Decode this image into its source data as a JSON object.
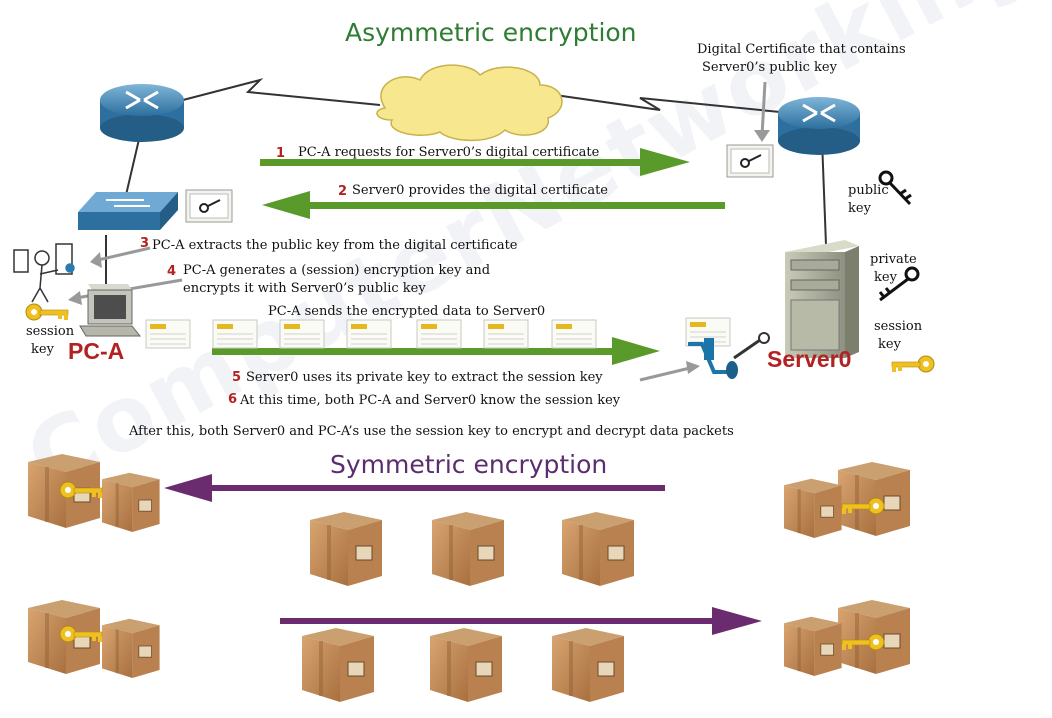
{
  "titles": {
    "asymmetric": "Asymmetric encryption",
    "symmetric": "Symmetric encryption"
  },
  "certificate_note": {
    "line1": "Digital Certificate that contains",
    "line2": "Server0’s public key"
  },
  "steps": {
    "s1": {
      "num": "1",
      "text": "PC-A requests for Server0’s digital certificate"
    },
    "s2": {
      "num": "2",
      "text": "Server0 provides the digital certificate"
    },
    "s3": {
      "num": "3",
      "text": "PC-A extracts the public key from the digital certificate"
    },
    "s4": {
      "num": "4",
      "line1": "PC-A generates a (session) encryption key and",
      "line2": "encrypts it with Server0’s public key"
    },
    "send": {
      "text": "PC-A sends the encrypted data to Server0"
    },
    "s5": {
      "num": "5",
      "text": "Server0 uses its private key to extract the session key"
    },
    "s6": {
      "num": "6",
      "text": "At this time, both PC-A and Server0 know the session key"
    }
  },
  "after_text": "After this, both Server0 and PC-A’s use the session key to encrypt and decrypt data packets",
  "labels": {
    "public_key": {
      "line1": "public",
      "line2": "key"
    },
    "private_key": {
      "line1": "private",
      "line2": "key"
    },
    "session_key_server": {
      "line1": "session",
      "line2": "key"
    },
    "session_key_pc": {
      "line1": "session",
      "line2": "key"
    }
  },
  "devices": {
    "pc": "PC-A",
    "server": "Server0"
  },
  "watermark": "ComputerNetworkingNotes",
  "colors": {
    "asym_title": "#2e7d32",
    "sym_title": "#5c2d6e",
    "green_arrow": "#5a9a2a",
    "purple_arrow": "#6a2c6e",
    "device_name": "#b22222",
    "step_number": "#b22222"
  },
  "icons": [
    "router-icon",
    "cloud-icon",
    "switch-icon",
    "certificate-icon",
    "key-icon",
    "server-icon",
    "pc-icon",
    "firewall-icon",
    "packet-icon",
    "box-icon",
    "person-icon"
  ]
}
